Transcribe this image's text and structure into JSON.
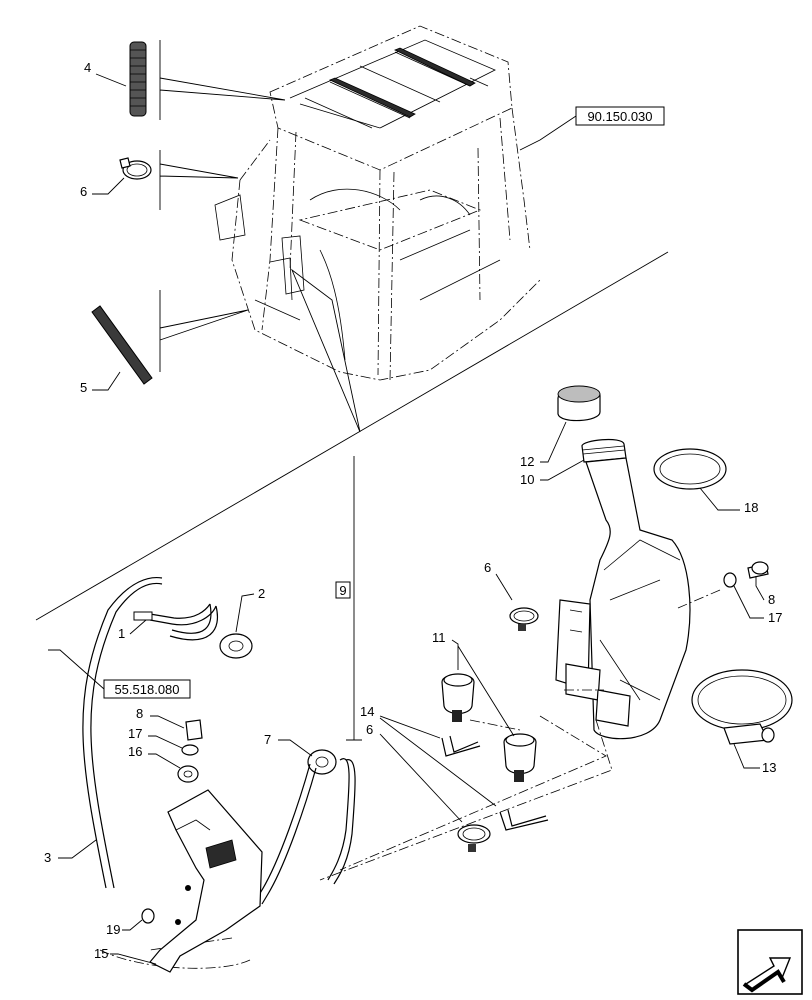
{
  "callouts": {
    "c1": "1",
    "c2": "2",
    "c3": "3",
    "c4": "4",
    "c5": "5",
    "c6a": "6",
    "c6b": "6",
    "c6c": "6",
    "c7": "7",
    "c8a": "8",
    "c8b": "8",
    "c9": "9",
    "c10": "10",
    "c11": "11",
    "c12": "12",
    "c13": "13",
    "c14": "14",
    "c15": "15",
    "c16": "16",
    "c17a": "17",
    "c17b": "17",
    "c18": "18",
    "c19": "19"
  },
  "references": {
    "cab": "90.150.030",
    "harness": "55.518.080"
  },
  "nav_icon": "next-page-arrow-icon"
}
